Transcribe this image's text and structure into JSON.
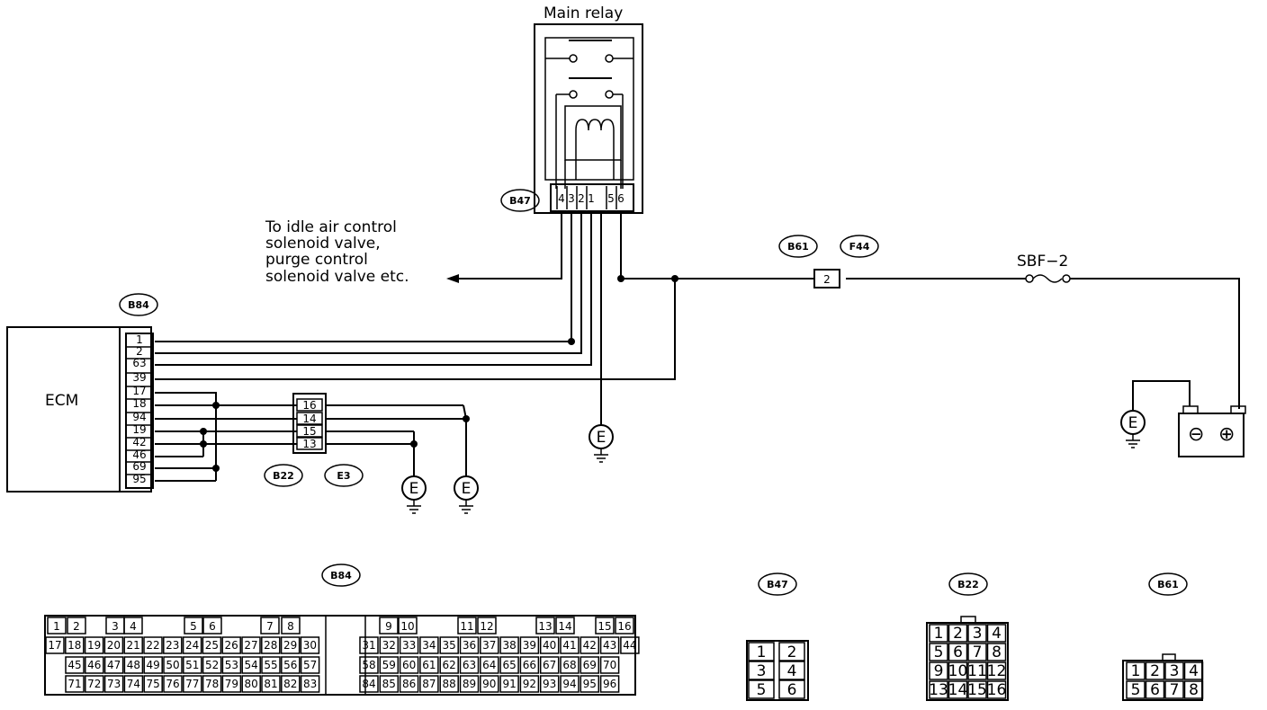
{
  "relay": {
    "title": "Main relay",
    "pins": [
      "4",
      "3",
      "2",
      "1",
      "5",
      "6"
    ]
  },
  "connectors": {
    "b47": "B47",
    "b84": "B84",
    "b61": "B61",
    "f44": "F44",
    "b22": "B22",
    "e3": "E3",
    "b61_pin": "2"
  },
  "ecm": {
    "label": "ECM",
    "pins": [
      "1",
      "2",
      "63",
      "39",
      "17",
      "18",
      "94",
      "19",
      "42",
      "46",
      "69",
      "95"
    ]
  },
  "b22_pins": [
    "16",
    "14",
    "15",
    "13"
  ],
  "note": {
    "line1": "To idle air control",
    "line2": "solenoid valve,",
    "line3": "purge control",
    "line4": "solenoid valve etc."
  },
  "fuse": {
    "label": "SBF−2"
  },
  "ground": {
    "symbol": "E"
  },
  "battery": {
    "neg": "⊖",
    "pos": "⊕"
  },
  "faces": {
    "b84_title": "B84",
    "b47_title": "B47",
    "b22_title": "B22",
    "b61_title": "B61",
    "b84_row1": [
      "1",
      "2",
      "3",
      "4",
      "5",
      "6",
      "7",
      "8",
      "9",
      "10",
      "11",
      "12",
      "13",
      "14",
      "15",
      "16"
    ],
    "b84_row2": [
      "17",
      "18",
      "19",
      "20",
      "21",
      "22",
      "23",
      "24",
      "25",
      "26",
      "27",
      "28",
      "29",
      "30",
      "31",
      "32",
      "33",
      "34",
      "35",
      "36",
      "37",
      "38",
      "39",
      "40",
      "41",
      "42",
      "43",
      "44"
    ],
    "b84_row3": [
      "45",
      "46",
      "47",
      "48",
      "49",
      "50",
      "51",
      "52",
      "53",
      "54",
      "55",
      "56",
      "57",
      "58",
      "59",
      "60",
      "61",
      "62",
      "63",
      "64",
      "65",
      "66",
      "67",
      "68",
      "69",
      "70"
    ],
    "b84_row4": [
      "71",
      "72",
      "73",
      "74",
      "75",
      "76",
      "77",
      "78",
      "79",
      "80",
      "81",
      "82",
      "83",
      "84",
      "85",
      "86",
      "87",
      "88",
      "89",
      "90",
      "91",
      "92",
      "93",
      "94",
      "95",
      "96"
    ],
    "b47_rows": [
      [
        "1",
        "2"
      ],
      [
        "3",
        "4"
      ],
      [
        "5",
        "6"
      ]
    ],
    "b22_rows": [
      [
        "1",
        "2",
        "3",
        "4"
      ],
      [
        "5",
        "6",
        "7",
        "8"
      ],
      [
        "9",
        "10",
        "11",
        "12"
      ],
      [
        "13",
        "14",
        "15",
        "16"
      ]
    ],
    "b61_rows": [
      [
        "1",
        "2",
        "3",
        "4"
      ],
      [
        "5",
        "6",
        "7",
        "8"
      ]
    ]
  }
}
